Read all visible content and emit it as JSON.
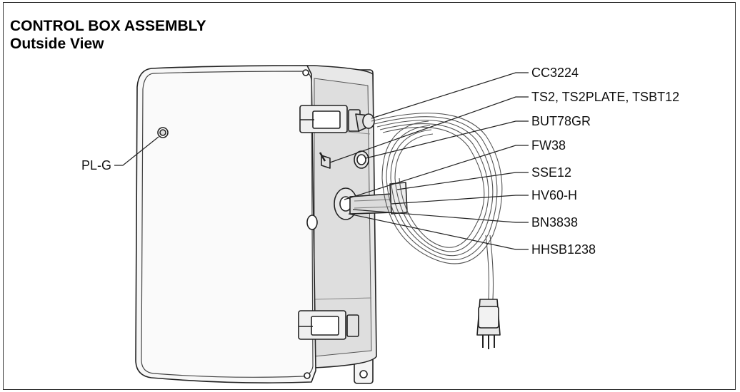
{
  "title": {
    "line1": "CONTROL BOX ASSEMBLY",
    "line2": "Outside View"
  },
  "callouts": {
    "cc3224": "CC3224",
    "ts2": "TS2, TS2PLATE, TSBT12",
    "but78gr": "BUT78GR",
    "fw38": "FW38",
    "sse12": "SSE12",
    "hv60h": "HV60-H",
    "bn3838": "BN3838",
    "hhsb1238": "HHSB1238",
    "plg": "PL-G"
  }
}
